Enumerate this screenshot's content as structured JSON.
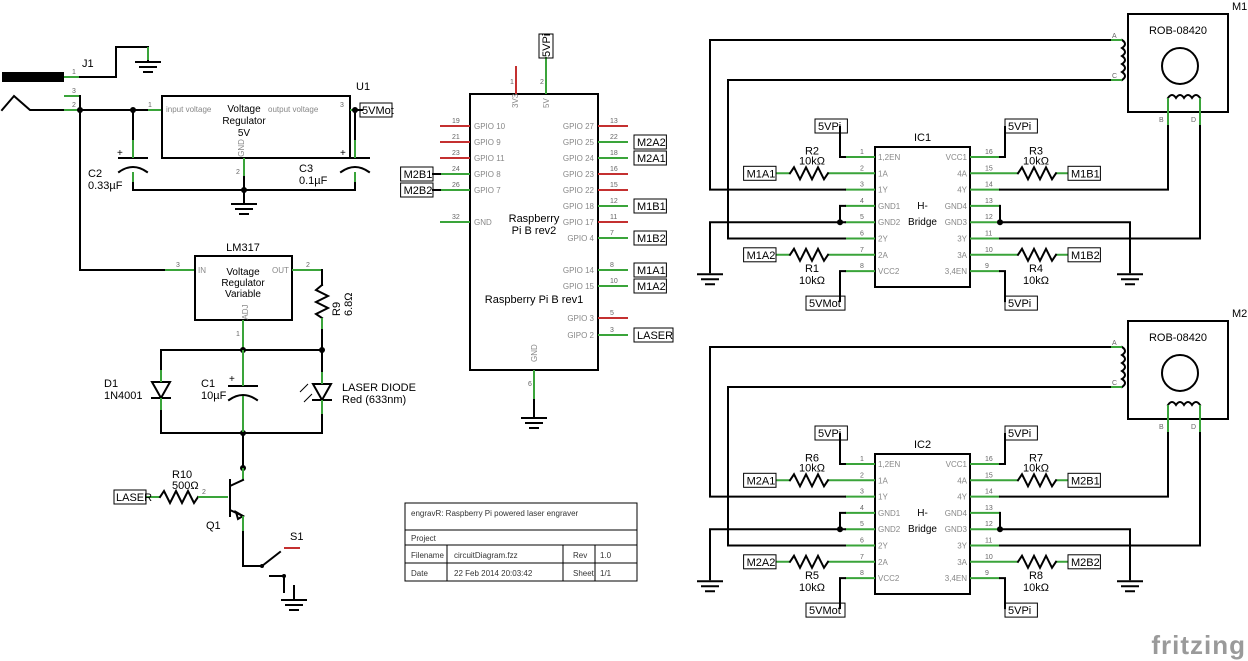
{
  "j1": {
    "ref": "J1"
  },
  "u1": {
    "ref": "U1",
    "title": "Voltage Regulator 5V",
    "line1": "Voltage",
    "line2": "Regulator",
    "line3": "5V",
    "in_pin": "input voltage",
    "out_pin": "output voltage",
    "gnd_pin": "GND",
    "out_net": "5VMot"
  },
  "c2": {
    "ref": "C2",
    "value": "0.33µF"
  },
  "c3": {
    "ref": "C3",
    "value": "0.1µF"
  },
  "lm317": {
    "ref": "LM317",
    "line1": "Voltage",
    "line2": "Regulator",
    "line3": "Variable",
    "in_pin": "IN",
    "out_pin": "OUT",
    "adj_pin": "ADJ"
  },
  "r9": {
    "ref": "R9",
    "value": "6.8Ω"
  },
  "d1": {
    "ref": "D1",
    "value": "1N4001"
  },
  "c1": {
    "ref": "C1",
    "value": "10µF"
  },
  "laser": {
    "line1": "LASER DIODE",
    "line2": "Red (633nm)"
  },
  "r10": {
    "ref": "R10",
    "value": "500Ω",
    "net": "LASER"
  },
  "q1": {
    "ref": "Q1"
  },
  "s1": {
    "ref": "S1"
  },
  "rpi": {
    "supply_net": "5VPi",
    "pin_3v3": "3V3",
    "pin_5v": "5V",
    "pin_gnd": "GND",
    "title1": "Raspberry",
    "title2": "Pi B rev2",
    "title3": "Raspberry Pi B rev1",
    "left_pins": [
      "GPIO 10",
      "GPIO 9",
      "GPIO 11",
      "GPIO 8",
      "GPIO 7",
      "GND"
    ],
    "left_nums": [
      "19",
      "21",
      "23",
      "24",
      "26",
      "32"
    ],
    "left_nets": [
      "M2B1",
      "M2B2"
    ],
    "right_pins": [
      "GPIO 27",
      "GPIO 25",
      "GPIO 24",
      "GPIO 23",
      "GPIO 22",
      "GPIO 18",
      "GPIO 17",
      "GPIO 4",
      "GPIO 14",
      "GPIO 15",
      "GPIO 3",
      "GIPO 2"
    ],
    "right_nums": [
      "13",
      "22",
      "18",
      "16",
      "15",
      "12",
      "11",
      "7",
      "8",
      "10",
      "5",
      "3"
    ],
    "right_nets": [
      "M2A2",
      "M2A1",
      "M1B1",
      "M1B2",
      "M1A1",
      "M1A2",
      "LASER"
    ]
  },
  "ic1": {
    "ref": "IC1",
    "name1": "H-",
    "name2": "Bridge",
    "left": [
      "1,2EN",
      "1A",
      "1Y",
      "GND1",
      "GND2",
      "2Y",
      "2A",
      "VCC2"
    ],
    "right": [
      "VCC1",
      "4A",
      "4Y",
      "GND4",
      "GND3",
      "3Y",
      "3A",
      "3,4EN"
    ],
    "lnums": [
      "1",
      "2",
      "3",
      "4",
      "5",
      "6",
      "7",
      "8"
    ],
    "rnums": [
      "16",
      "15",
      "14",
      "13",
      "12",
      "11",
      "10",
      "9"
    ],
    "nets": {
      "en12": "5VPi",
      "a1": "M1A1",
      "a2": "M1A2",
      "vcc2": "5VMot",
      "vcc1": "5VPi",
      "a4": "M1B1",
      "a3": "M1B2",
      "en34": "5VPi"
    },
    "r_a": {
      "ref": "R2",
      "value": "10kΩ"
    },
    "r_b": {
      "ref": "R1",
      "value": "10kΩ"
    },
    "r_c": {
      "ref": "R3",
      "value": "10kΩ"
    },
    "r_d": {
      "ref": "R4",
      "value": "10kΩ"
    }
  },
  "ic2": {
    "ref": "IC2",
    "name1": "H-",
    "name2": "Bridge",
    "left": [
      "1,2EN",
      "1A",
      "1Y",
      "GND1",
      "GND2",
      "2Y",
      "2A",
      "VCC2"
    ],
    "right": [
      "VCC1",
      "4A",
      "4Y",
      "GND4",
      "GND3",
      "3Y",
      "3A",
      "3,4EN"
    ],
    "lnums": [
      "1",
      "2",
      "3",
      "4",
      "5",
      "6",
      "7",
      "8"
    ],
    "rnums": [
      "16",
      "15",
      "14",
      "13",
      "12",
      "11",
      "10",
      "9"
    ],
    "nets": {
      "en12": "5VPi",
      "a1": "M2A1",
      "a2": "M2A2",
      "vcc2": "5VMot",
      "vcc1": "5VPi",
      "a4": "M2B1",
      "a3": "M2B2",
      "en34": "5VPi"
    },
    "r_a": {
      "ref": "R6",
      "value": "10kΩ"
    },
    "r_b": {
      "ref": "R5",
      "value": "10kΩ"
    },
    "r_c": {
      "ref": "R7",
      "value": "10kΩ"
    },
    "r_d": {
      "ref": "R8",
      "value": "10kΩ"
    }
  },
  "m1": {
    "ref": "M1",
    "part": "ROB-08420"
  },
  "m2": {
    "ref": "M2",
    "part": "ROB-08420"
  },
  "motor_pins": {
    "a": "A",
    "c": "C",
    "b": "B",
    "d": "D"
  },
  "title_block": {
    "project_title": "engravR: Raspberry Pi powered laser engraver",
    "project_label": "Project",
    "project": "",
    "filename_label": "Filename",
    "filename": "circuitDiagram.fzz",
    "rev_label": "Rev",
    "rev": "1.0",
    "date_label": "Date",
    "date": "22 Feb 2014 20:03:42",
    "sheet_label": "Sheet",
    "sheet": "1/1"
  },
  "brand": "fritzing",
  "colors": {
    "wire": "#000000",
    "pin": "#3aa43a",
    "unconnected": "#c43030",
    "brand": "#9a9a9a"
  }
}
